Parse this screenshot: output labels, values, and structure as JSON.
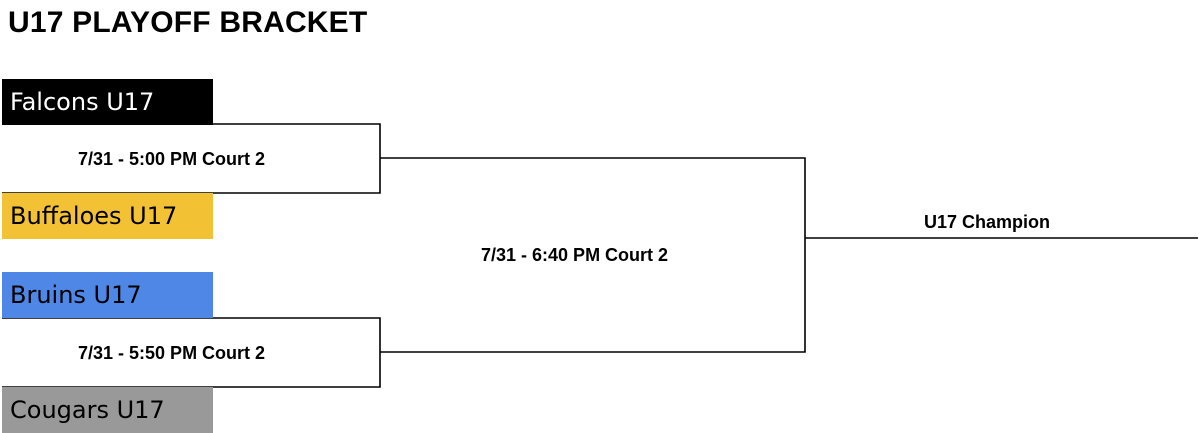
{
  "title": "U17 PLAYOFF BRACKET",
  "teams": [
    {
      "name": "Falcons U17",
      "bg": "#000000",
      "fg": "#ffffff"
    },
    {
      "name": "Buffaloes U17",
      "bg": "#f3c234",
      "fg": "#000000"
    },
    {
      "name": "Bruins U17",
      "bg": "#4f87e6",
      "fg": "#000000"
    },
    {
      "name": "Cougars U17",
      "bg": "#999999",
      "fg": "#000000"
    }
  ],
  "games": {
    "semifinal_1": "7/31 - 5:00 PM Court 2",
    "semifinal_2": "7/31 - 5:50 PM Court 2",
    "final": "7/31 - 6:40 PM Court 2"
  },
  "champion_label": "U17 Champion"
}
